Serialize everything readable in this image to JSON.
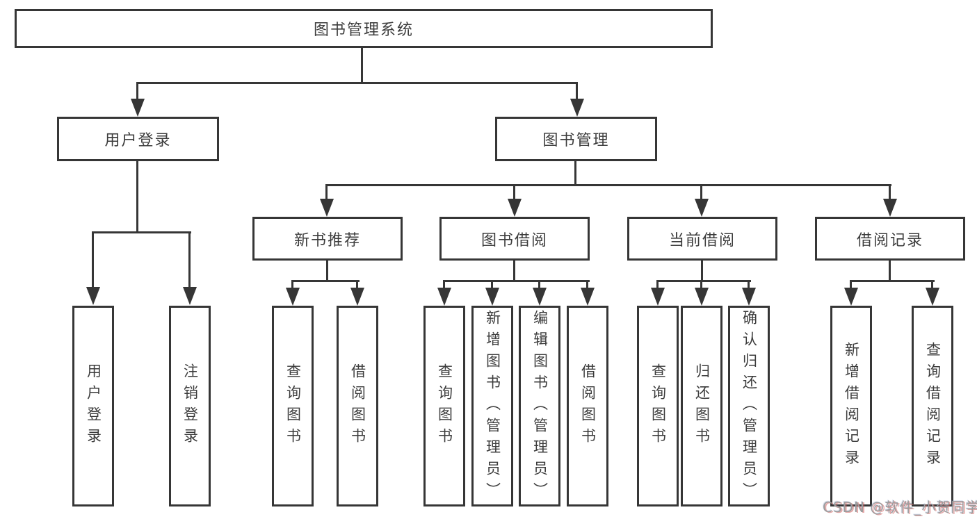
{
  "colors": {
    "line": "#363636",
    "text": "#3c3c3c",
    "background": "#ffffff"
  },
  "nodes": {
    "root": "图书管理系统",
    "userLogin": "用户登录",
    "bookMgmt": "图书管理",
    "newBookRec": "新书推荐",
    "bookBorrow": "图书借阅",
    "currentBorrow": "当前借阅",
    "borrowRecords": "借阅记录",
    "leafUserLogin": "用户登录",
    "leafLogout": "注销登录",
    "leafQueryBooksRec": "查询图书",
    "leafBorrowBooksRec": "借阅图书",
    "leafQueryBooksBorrow": "查询图书",
    "leafAddBookAdmin": "新增图书（管理员）",
    "leafEditBookAdmin": "编辑图书（管理员）",
    "leafBorrowBooksBorrow": "借阅图书",
    "leafQueryBooksCurrent": "查询图书",
    "leafReturnBook": "归还图书",
    "leafConfirmReturnAdmin": "确认归还（管理员）",
    "leafAddBorrowRecord": "新增借阅记录",
    "leafQueryBorrowRecord": "查询借阅记录"
  },
  "hierarchy": {
    "图书管理系统": [
      "用户登录",
      "图书管理"
    ],
    "用户登录": [
      "用户登录",
      "注销登录"
    ],
    "图书管理": [
      "新书推荐",
      "图书借阅",
      "当前借阅",
      "借阅记录"
    ],
    "新书推荐": [
      "查询图书",
      "借阅图书"
    ],
    "图书借阅": [
      "查询图书",
      "新增图书（管理员）",
      "编辑图书（管理员）",
      "借阅图书"
    ],
    "当前借阅": [
      "查询图书",
      "归还图书",
      "确认归还（管理员）"
    ],
    "借阅记录": [
      "新增借阅记录",
      "查询借阅记录"
    ]
  },
  "watermark": {
    "text": "CSDN @软件_小贺同学"
  }
}
